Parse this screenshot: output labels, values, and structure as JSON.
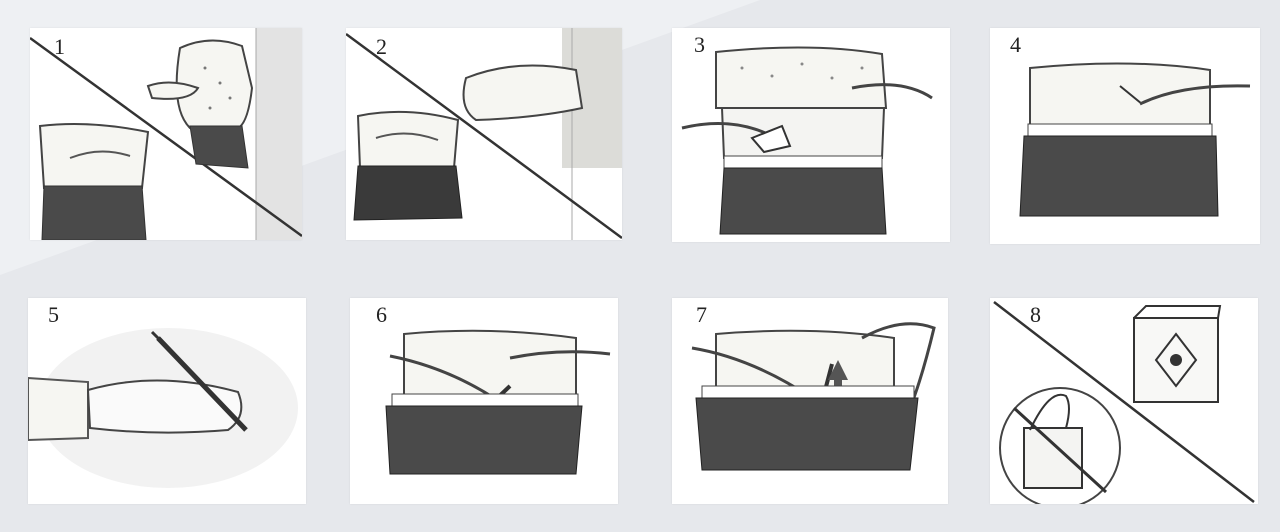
{
  "steps": [
    {
      "number": "1",
      "icon": "hand-washing-scene-icon"
    },
    {
      "number": "2",
      "icon": "seated-preparation-scene-icon"
    },
    {
      "number": "3",
      "icon": "skin-disinfection-icon"
    },
    {
      "number": "4",
      "icon": "pinch-skin-icon"
    },
    {
      "number": "5",
      "icon": "hold-syringe-icon"
    },
    {
      "number": "6",
      "icon": "inject-abdomen-icon"
    },
    {
      "number": "7",
      "icon": "remove-needle-icon"
    },
    {
      "number": "8",
      "icon": "sharps-disposal-icon"
    }
  ],
  "colors": {
    "background": "#eef0f3",
    "trousers": "#4a4a4a",
    "skin": "#f4f4f2",
    "line": "#333333"
  }
}
